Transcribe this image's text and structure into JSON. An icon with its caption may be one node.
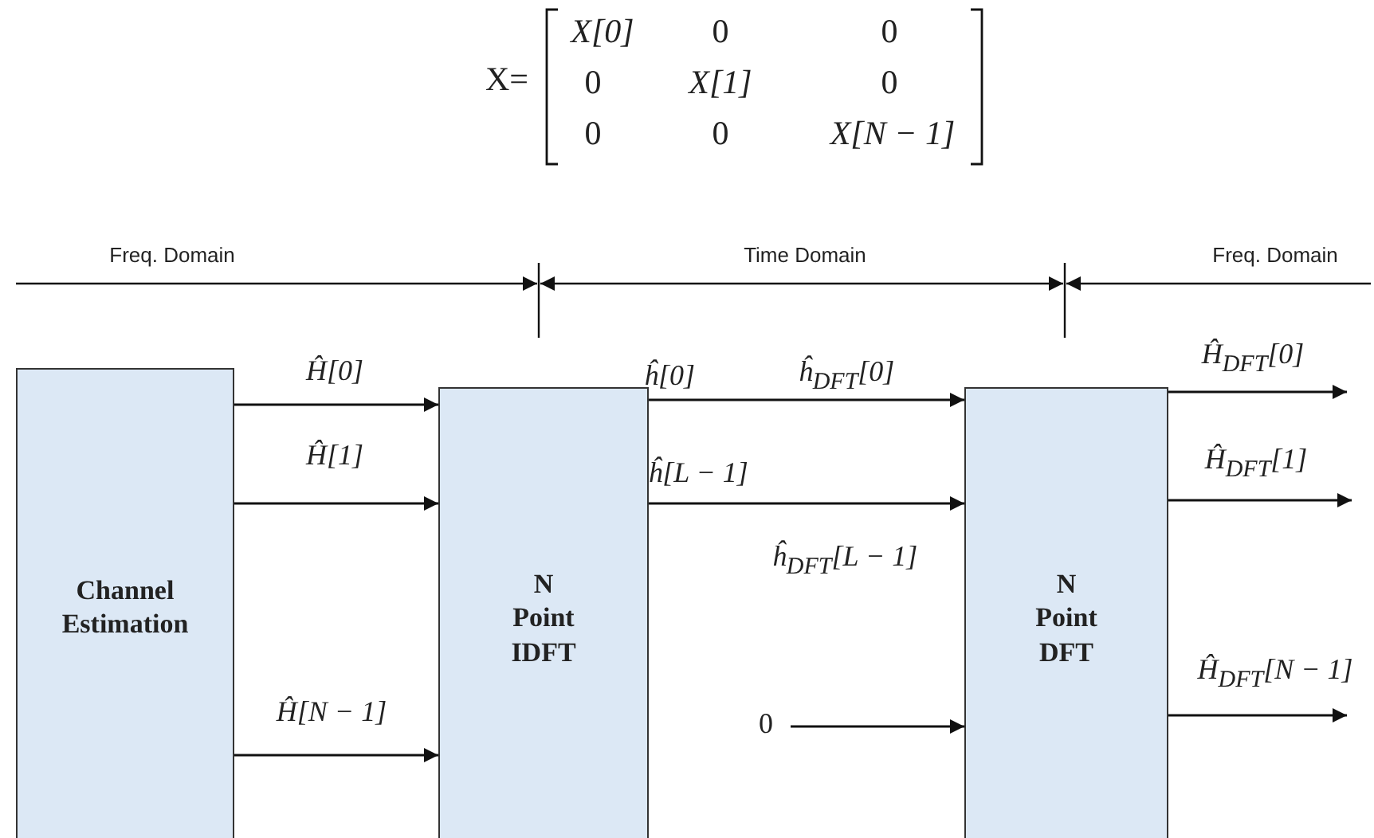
{
  "diagram": {
    "nodes": [
      {
        "text": [
          "Channel Estimation"
        ]
      },
      {
        "text": [
          "N Point IDFT"
        ]
      },
      {
        "text": [
          "N Point DFT"
        ]
      },
      {
        "text": [
          "0"
        ]
      }
    ],
    "edges": [
      {
        "from": 0,
        "to": 1,
        "arrow": "to",
        "label": "Ĥ[0]"
      },
      {
        "from": 0,
        "to": 1,
        "arrow": "to",
        "label": "Ĥ[1]"
      },
      {
        "from": 0,
        "to": 1,
        "arrow": "to",
        "label": "Ĥ[N − 1]"
      },
      {
        "from": 1,
        "to": 2,
        "arrow": "to",
        "label": "ĥ[0]"
      },
      {
        "from": 1,
        "to": 2,
        "arrow": "to",
        "label": "ĥ[L − 1]"
      },
      {
        "from": 3,
        "to": 2,
        "arrow": "to"
      },
      {
        "from": 2,
        "to": null,
        "arrow": "to",
        "label": "Ĥ$_{DFT}$[0]"
      },
      {
        "from": 2,
        "to": null,
        "arrow": "to",
        "label": "Ĥ$_{DFT}$[1]"
      },
      {
        "from": 2,
        "to": null,
        "arrow": "to",
        "label": "Ĥ$_{DFT}$[N − 1]"
      }
    ],
    "labels": [
      "X=",
      "X[0]",
      "0",
      "0",
      "0",
      "X[1]",
      "0",
      "0",
      "0",
      "X[N − 1]",
      "Freq. Domain",
      "Time Domain",
      "Freq. Domain",
      "ĥ$_{DFT}$[0]",
      "ĥ$_{DFT}$[L − 1]"
    ]
  }
}
